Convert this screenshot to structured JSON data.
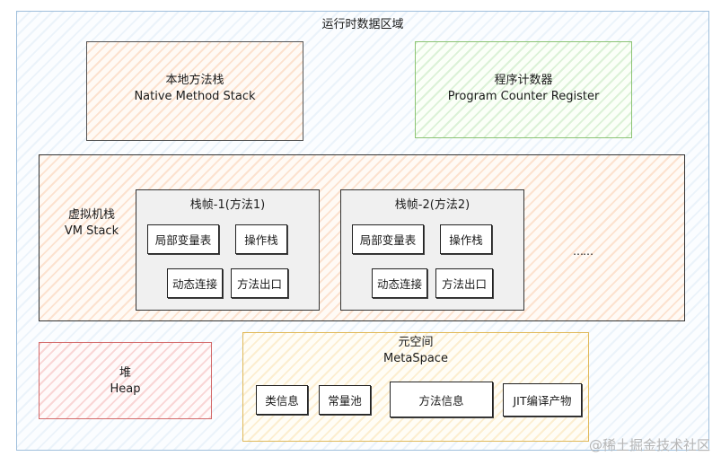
{
  "title": "运行时数据区域",
  "native_stack": {
    "name": "本地方法栈",
    "en": "Native Method Stack"
  },
  "pc_register": {
    "name": "程序计数器",
    "en": "Program Counter Register"
  },
  "vm_stack": {
    "name": "虚拟机栈",
    "en": "VM Stack",
    "frames": [
      {
        "title": "栈帧-1(方法1)",
        "cells": [
          "局部变量表",
          "操作栈",
          "动态连接",
          "方法出口"
        ]
      },
      {
        "title": "栈帧-2(方法2)",
        "cells": [
          "局部变量表",
          "操作栈",
          "动态连接",
          "方法出口"
        ]
      }
    ],
    "ellipsis": "……"
  },
  "heap": {
    "name": "堆",
    "en": "Heap"
  },
  "metaspace": {
    "name": "元空间",
    "en": "MetaSpace",
    "items": [
      "类信息",
      "常量池",
      "方法信息",
      "JIT编译产物"
    ]
  },
  "watermark": "@稀土掘金技术社区",
  "colors": {
    "outer_border": "#9fbfdc",
    "native_border": "#555555",
    "pc_border": "#8cc474",
    "vm_border": "#333333",
    "heap_border": "#d36a6a",
    "metaspace_border": "#e0b95a"
  }
}
